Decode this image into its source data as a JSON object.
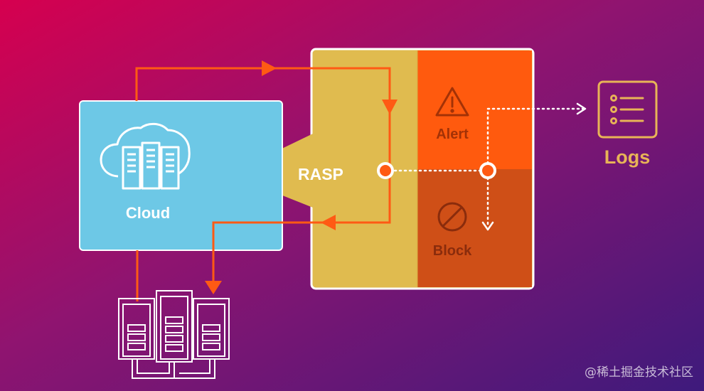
{
  "diagram": {
    "labels": {
      "cloud": "Cloud",
      "rasp": "RASP",
      "alert": "Alert",
      "block": "Block",
      "logs": "Logs"
    },
    "colors": {
      "background_start": "#d6004f",
      "background_end": "#3e1a7c",
      "cloud_box": "#6dc8e6",
      "rasp_panel": "#e0bb4f",
      "alert_panel": "#ff5a0e",
      "block_panel": "#cf4f17",
      "flow_line": "#ff5a14",
      "logs_icon": "#e8b457",
      "white": "#ffffff"
    },
    "icons": {
      "cloud": "cloud-servers-icon",
      "alert": "warning-triangle-icon",
      "block": "prohibited-icon",
      "logs": "document-list-icon",
      "servers": "server-rack-icon"
    }
  },
  "watermark": "@稀土掘金技术社区"
}
